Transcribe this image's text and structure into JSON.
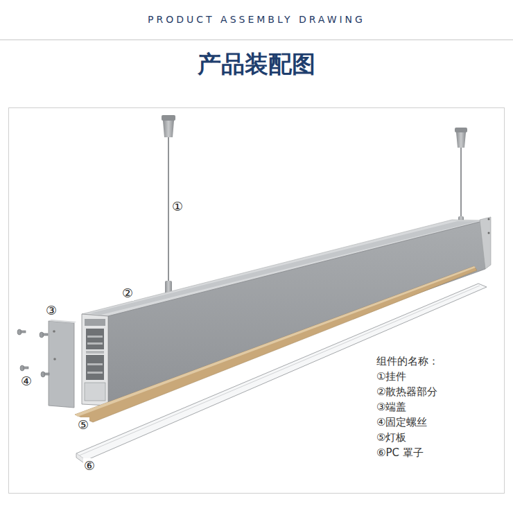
{
  "diagram": {
    "title": "产品装配图",
    "labels": [
      "PRODUCT ASSEMBLY DRAWING",
      "①",
      "②",
      "③",
      "④",
      "⑤",
      "⑥",
      "组件的名称：",
      "①挂件",
      "②散热器部分",
      "③端盖",
      "④固定螺丝",
      "⑤灯板",
      "⑥PC 罩子"
    ]
  }
}
